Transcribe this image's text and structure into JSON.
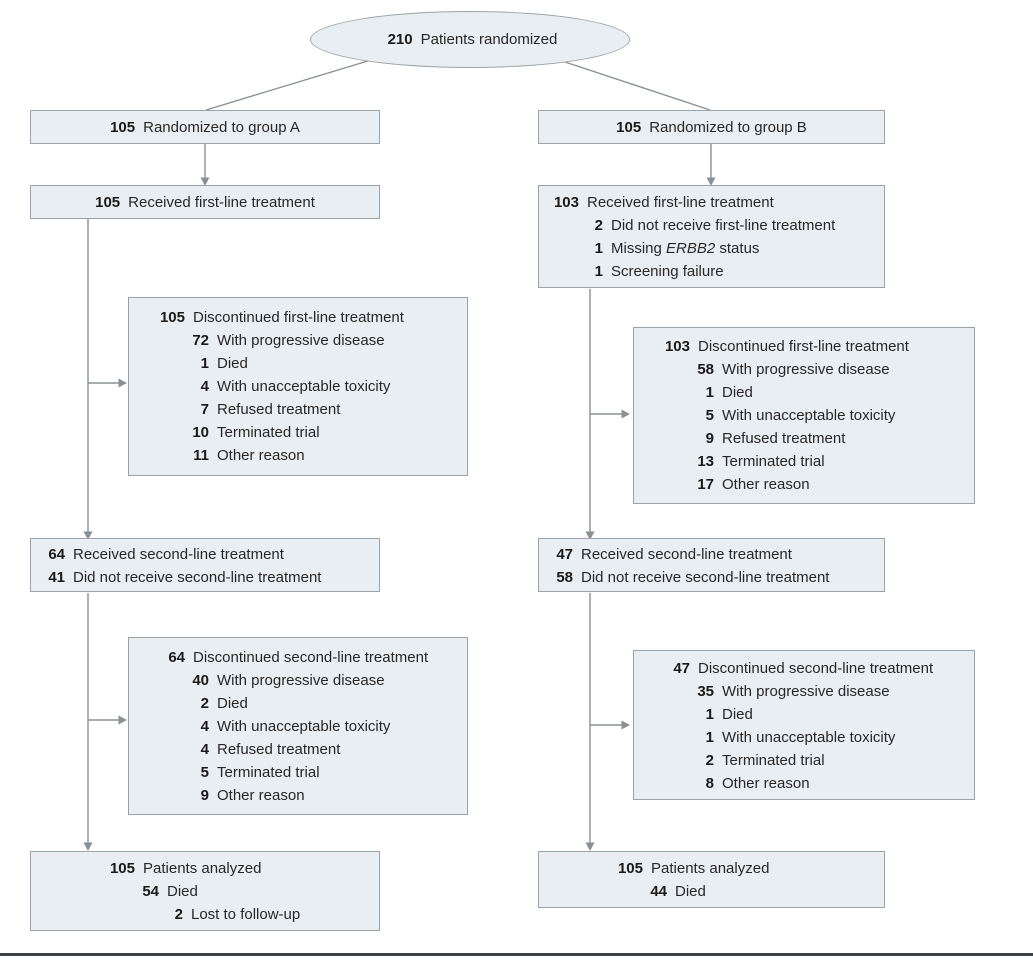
{
  "figure_type": "patient-randomization-flow-diagram",
  "colors": {
    "box_fill": "#e9eef2",
    "box_border": "#9ba3a9",
    "connector": "#8a9094",
    "text": "#272727",
    "number": "#1a1a1a",
    "rule": "#3d4144"
  },
  "boxes": {
    "randomized": {
      "lines": [
        {
          "n": "210",
          "text": "Patients randomized",
          "lvl": 0
        }
      ]
    },
    "group_a": {
      "lines": [
        {
          "n": "105",
          "text": "Randomized to group A",
          "lvl": 0
        }
      ]
    },
    "group_b": {
      "lines": [
        {
          "n": "105",
          "text": "Randomized to group B",
          "lvl": 0
        }
      ]
    },
    "firstline_a": {
      "lines": [
        {
          "n": "105",
          "text": "Received first-line treatment",
          "lvl": 0
        }
      ]
    },
    "firstline_b": {
      "lines": [
        {
          "n": "103",
          "text": "Received first-line treatment",
          "lvl": 0
        },
        {
          "n": "2",
          "text": "Did not receive first-line treatment",
          "lvl": 1
        },
        {
          "n": "1",
          "pre": "Missing ",
          "em": "ERBB2",
          "post": " status",
          "lvl": 1
        },
        {
          "n": "1",
          "text": "Screening failure",
          "lvl": 1
        }
      ]
    },
    "disc1_a": {
      "lines": [
        {
          "n": "105",
          "text": "Discontinued first-line treatment",
          "lvl": 0
        },
        {
          "n": "72",
          "text": "With progressive disease",
          "lvl": 1
        },
        {
          "n": "1",
          "text": "Died",
          "lvl": 1
        },
        {
          "n": "4",
          "text": "With unacceptable toxicity",
          "lvl": 1
        },
        {
          "n": "7",
          "text": "Refused treatment",
          "lvl": 1
        },
        {
          "n": "10",
          "text": "Terminated trial",
          "lvl": 1
        },
        {
          "n": "11",
          "text": "Other reason",
          "lvl": 1
        }
      ]
    },
    "disc1_b": {
      "lines": [
        {
          "n": "103",
          "text": "Discontinued first-line treatment",
          "lvl": 0
        },
        {
          "n": "58",
          "text": "With progressive disease",
          "lvl": 1
        },
        {
          "n": "1",
          "text": "Died",
          "lvl": 1
        },
        {
          "n": "5",
          "text": "With unacceptable toxicity",
          "lvl": 1
        },
        {
          "n": "9",
          "text": "Refused treatment",
          "lvl": 1
        },
        {
          "n": "13",
          "text": "Terminated trial",
          "lvl": 1
        },
        {
          "n": "17",
          "text": "Other reason",
          "lvl": 1
        }
      ]
    },
    "second_a": {
      "lines": [
        {
          "n": "64",
          "text": "Received second-line treatment",
          "lvl": 0
        },
        {
          "n": "41",
          "text": "Did not receive second-line treatment",
          "lvl": 0
        }
      ]
    },
    "second_b": {
      "lines": [
        {
          "n": "47",
          "text": "Received second-line treatment",
          "lvl": 0
        },
        {
          "n": "58",
          "text": "Did not receive second-line treatment",
          "lvl": 0
        }
      ]
    },
    "disc2_a": {
      "lines": [
        {
          "n": "64",
          "text": "Discontinued second-line treatment",
          "lvl": 0
        },
        {
          "n": "40",
          "text": "With progressive disease",
          "lvl": 1
        },
        {
          "n": "2",
          "text": "Died",
          "lvl": 1
        },
        {
          "n": "4",
          "text": "With unacceptable toxicity",
          "lvl": 1
        },
        {
          "n": "4",
          "text": "Refused treatment",
          "lvl": 1
        },
        {
          "n": "5",
          "text": "Terminated trial",
          "lvl": 1
        },
        {
          "n": "9",
          "text": "Other reason",
          "lvl": 1
        }
      ]
    },
    "disc2_b": {
      "lines": [
        {
          "n": "47",
          "text": "Discontinued second-line treatment",
          "lvl": 0
        },
        {
          "n": "35",
          "text": "With progressive disease",
          "lvl": 1
        },
        {
          "n": "1",
          "text": "Died",
          "lvl": 1
        },
        {
          "n": "1",
          "text": "With unacceptable toxicity",
          "lvl": 1
        },
        {
          "n": "2",
          "text": "Terminated trial",
          "lvl": 1
        },
        {
          "n": "8",
          "text": "Other reason",
          "lvl": 1
        }
      ]
    },
    "analyzed_a": {
      "lines": [
        {
          "n": "105",
          "text": "Patients analyzed",
          "lvl": 0
        },
        {
          "n": "54",
          "text": "Died",
          "lvl": 1
        },
        {
          "n": "2",
          "text": "Lost to follow-up",
          "lvl": 2
        }
      ]
    },
    "analyzed_b": {
      "lines": [
        {
          "n": "105",
          "text": "Patients analyzed",
          "lvl": 0
        },
        {
          "n": "44",
          "text": "Died",
          "lvl": 1
        }
      ]
    }
  }
}
